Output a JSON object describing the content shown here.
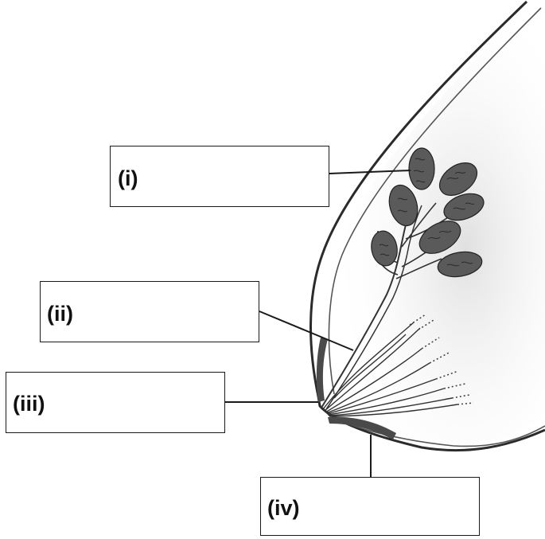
{
  "labels": {
    "i": "(i)",
    "ii": "(ii)",
    "iii": "(iii)",
    "iv": "(iv)"
  },
  "colors": {
    "outline": "#1a1a1a",
    "gland_fill": "#5a5a5a",
    "tissue_shade": "#e8e8e8",
    "areola_fill": "#4a4a4a"
  }
}
